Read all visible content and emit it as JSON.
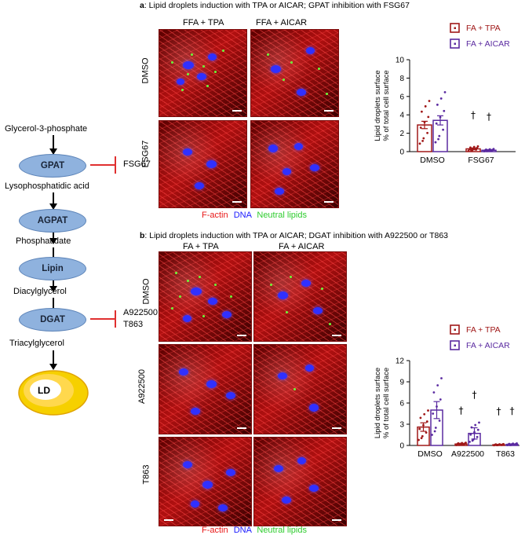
{
  "pathway": {
    "steps": [
      "Glycerol-3-phosphate",
      "Lysophosphatidic acid",
      "Phosphatidate",
      "Diacylglycerol",
      "Triacylglycerol"
    ],
    "enzymes": [
      "GPAT",
      "AGPAT",
      "Lipin",
      "DGAT"
    ],
    "end_node": "LD",
    "inhibitor_gpat": "FSG67",
    "inhibitor_dgat_1": "A922500",
    "inhibitor_dgat_2": "T863"
  },
  "panel_a": {
    "letter": "a",
    "title": ": Lipid droplets induction with TPA or AICAR; GPAT inhibition with FSG67",
    "col1": "FFA + TPA",
    "col2": "FFA + AICAR",
    "row1": "DMSO",
    "row2": "FSG67",
    "stain_factin": "F-actin",
    "stain_dna": "DNA",
    "stain_neutral": "Neutral lipids"
  },
  "panel_b": {
    "letter": "b",
    "title": ": Lipid droplets induction with TPA or AICAR; DGAT inhibition with A922500 or T863",
    "col1": "FA + TPA",
    "col2": "FA + AICAR",
    "row1": "DMSO",
    "row2": "A922500",
    "row3": "T863",
    "stain_factin": "F-actin",
    "stain_dna": "DNA",
    "stain_neutral": "Neutral lipids"
  },
  "colors": {
    "tpa": "#a01818",
    "aicar": "#5a2aa0",
    "factin": "#e81818",
    "dna": "#1a1aff",
    "neutral": "#2ecc2e",
    "inhibitor": "#e03030"
  },
  "chart_data": [
    {
      "type": "bar",
      "panel": "a",
      "ylabel": "Lipid droplets surface\n% of total cell surface",
      "ylim": [
        0,
        10
      ],
      "yticks": [
        0,
        2,
        4,
        6,
        8,
        10
      ],
      "categories": [
        "DMSO",
        "FSG67"
      ],
      "series": [
        {
          "name": "FA + TPA",
          "values": [
            2.9,
            0.3
          ],
          "errors": [
            0.4,
            0.1
          ]
        },
        {
          "name": "FA + AICAR",
          "values": [
            3.4,
            0.15
          ],
          "errors": [
            0.5,
            0.07
          ]
        }
      ],
      "annotations": [
        "†",
        "†"
      ],
      "legend": "top"
    },
    {
      "type": "bar",
      "panel": "b",
      "ylabel": "Lipid droplets surface\n% of total cell surface",
      "ylim": [
        0,
        12
      ],
      "yticks": [
        0,
        3,
        6,
        9,
        12
      ],
      "categories": [
        "DMSO",
        "A922500",
        "T863"
      ],
      "series": [
        {
          "name": "FA + TPA",
          "values": [
            2.6,
            0.2,
            0.1
          ],
          "errors": [
            0.6,
            0.1,
            0.05
          ]
        },
        {
          "name": "FA + AICAR",
          "values": [
            5.0,
            1.7,
            0.15
          ],
          "errors": [
            1.2,
            0.8,
            0.07
          ]
        }
      ],
      "annotations": [
        "†",
        "†",
        "†",
        "†"
      ],
      "legend": "top"
    }
  ]
}
